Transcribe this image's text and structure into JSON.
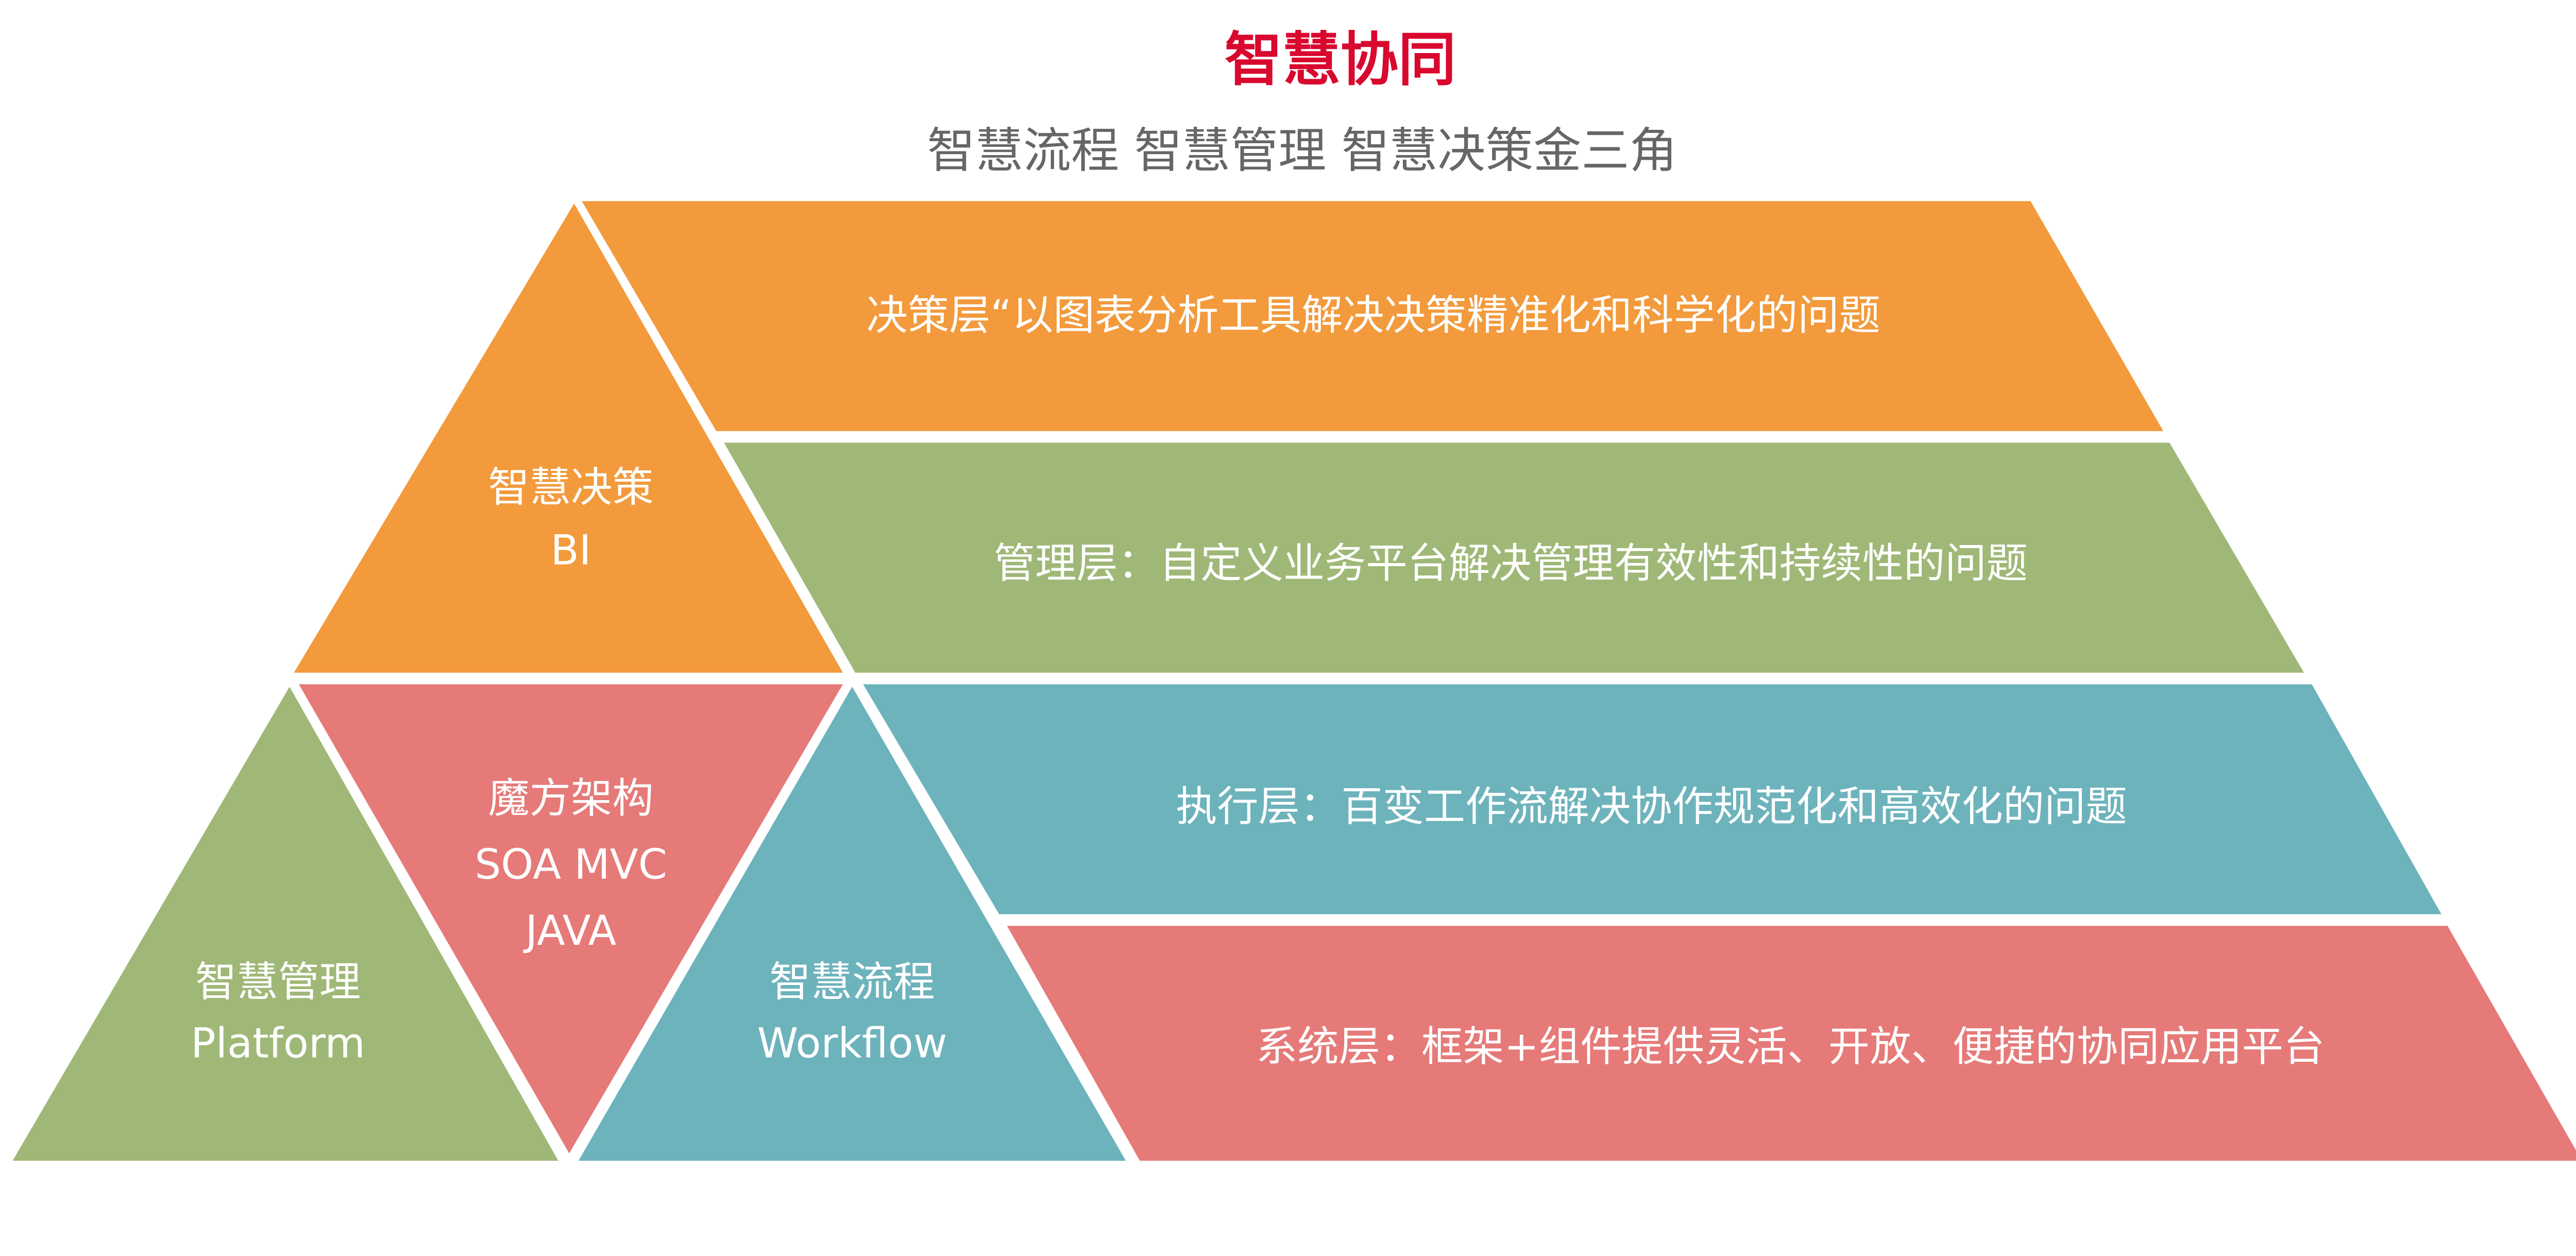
{
  "title": "智慧协同",
  "subtitle": "智慧流程 智慧管理 智慧决策金三角",
  "colors": {
    "title": "#d9082f",
    "orange": "#f29a3c",
    "green": "#9fb877",
    "red": "#e57a79",
    "teal": "#6db3bc"
  },
  "triangles": {
    "decision": {
      "line1": "智慧决策",
      "line2": "BI"
    },
    "architecture": {
      "line1": "魔方架构",
      "line2": "SOA MVC",
      "line3": "JAVA"
    },
    "management": {
      "line1": "智慧管理",
      "line2": "Platform"
    },
    "workflow": {
      "line1": "智慧流程",
      "line2": "Workflow"
    }
  },
  "layers": {
    "decision": "决策层“以图表分析工具解决决策精准化和科学化的问题",
    "management": "管理层：自定义业务平台解决管理有效性和持续性的问题",
    "execution": "执行层：百变工作流解决协作规范化和高效化的问题",
    "system": "系统层：框架+组件提供灵活、开放、便捷的协同应用平台"
  }
}
